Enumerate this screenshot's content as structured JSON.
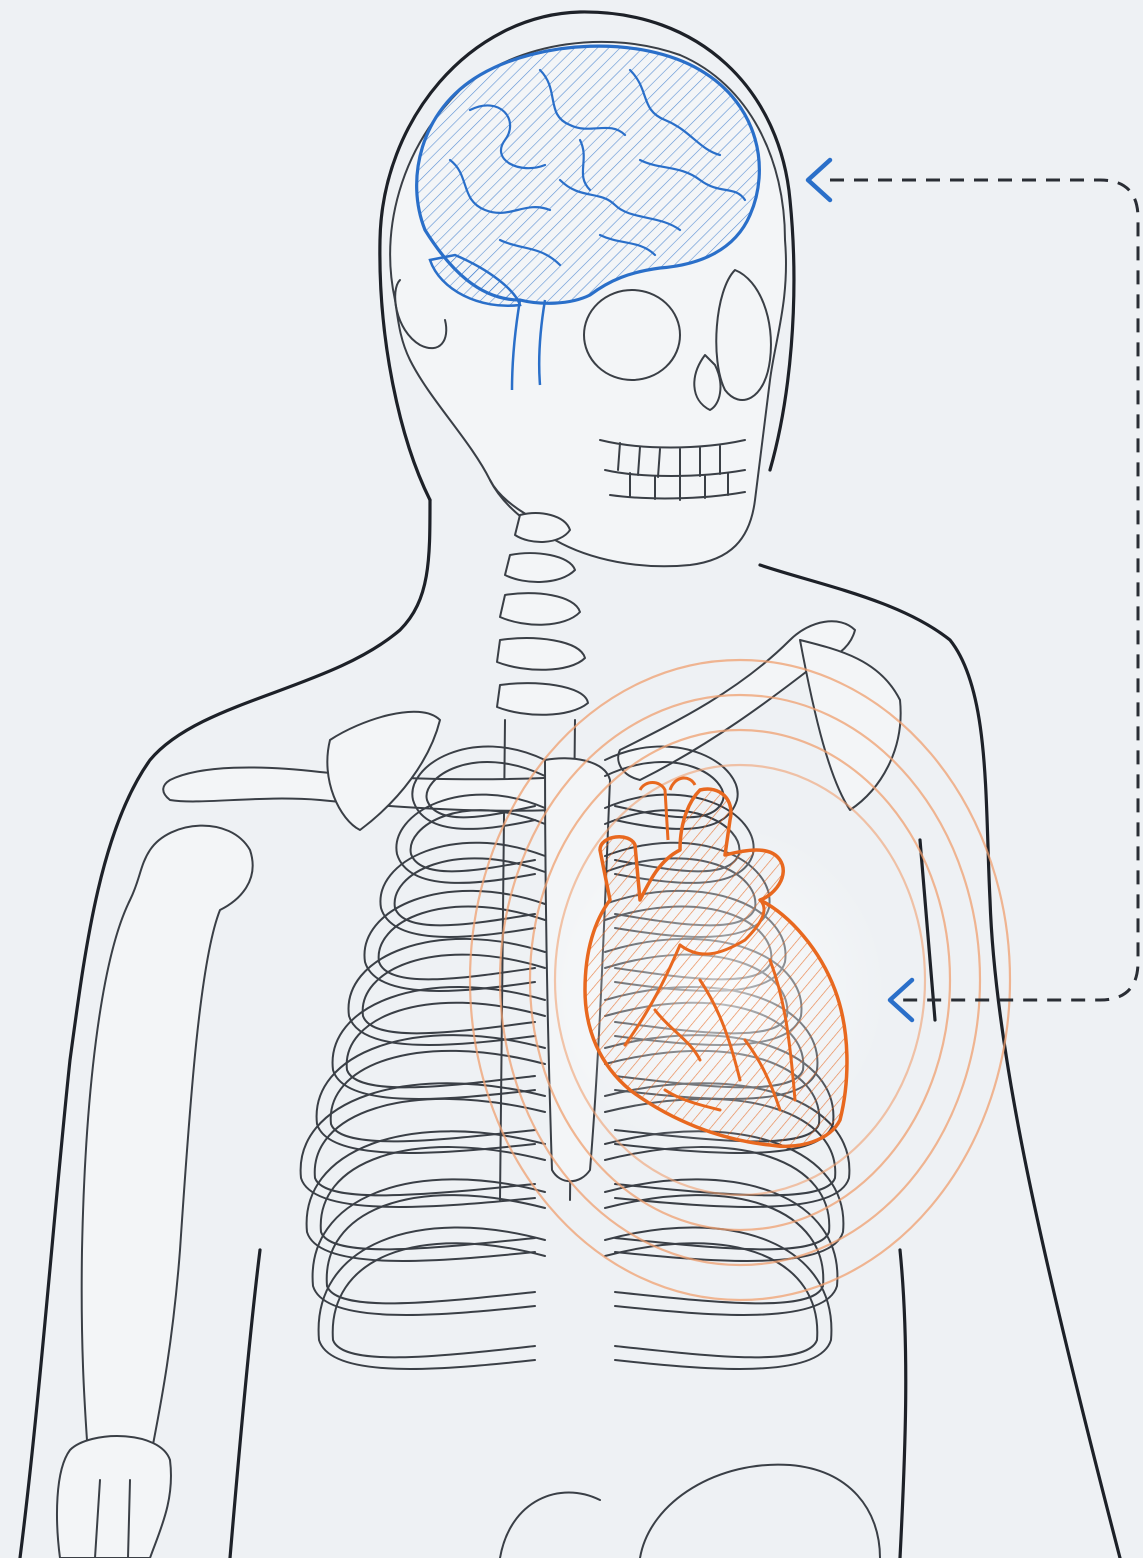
{
  "figure": {
    "subject": "human-upper-body-skeleton",
    "highlighted_organs": [
      {
        "name": "brain",
        "color": "#2a6fc9"
      },
      {
        "name": "heart",
        "color": "#e8681f"
      }
    ],
    "connector": {
      "style": "dashed",
      "color": "#2a2e35",
      "arrow_color": "#2a6fc9"
    },
    "heart_pulse_color": "#f0a070"
  }
}
